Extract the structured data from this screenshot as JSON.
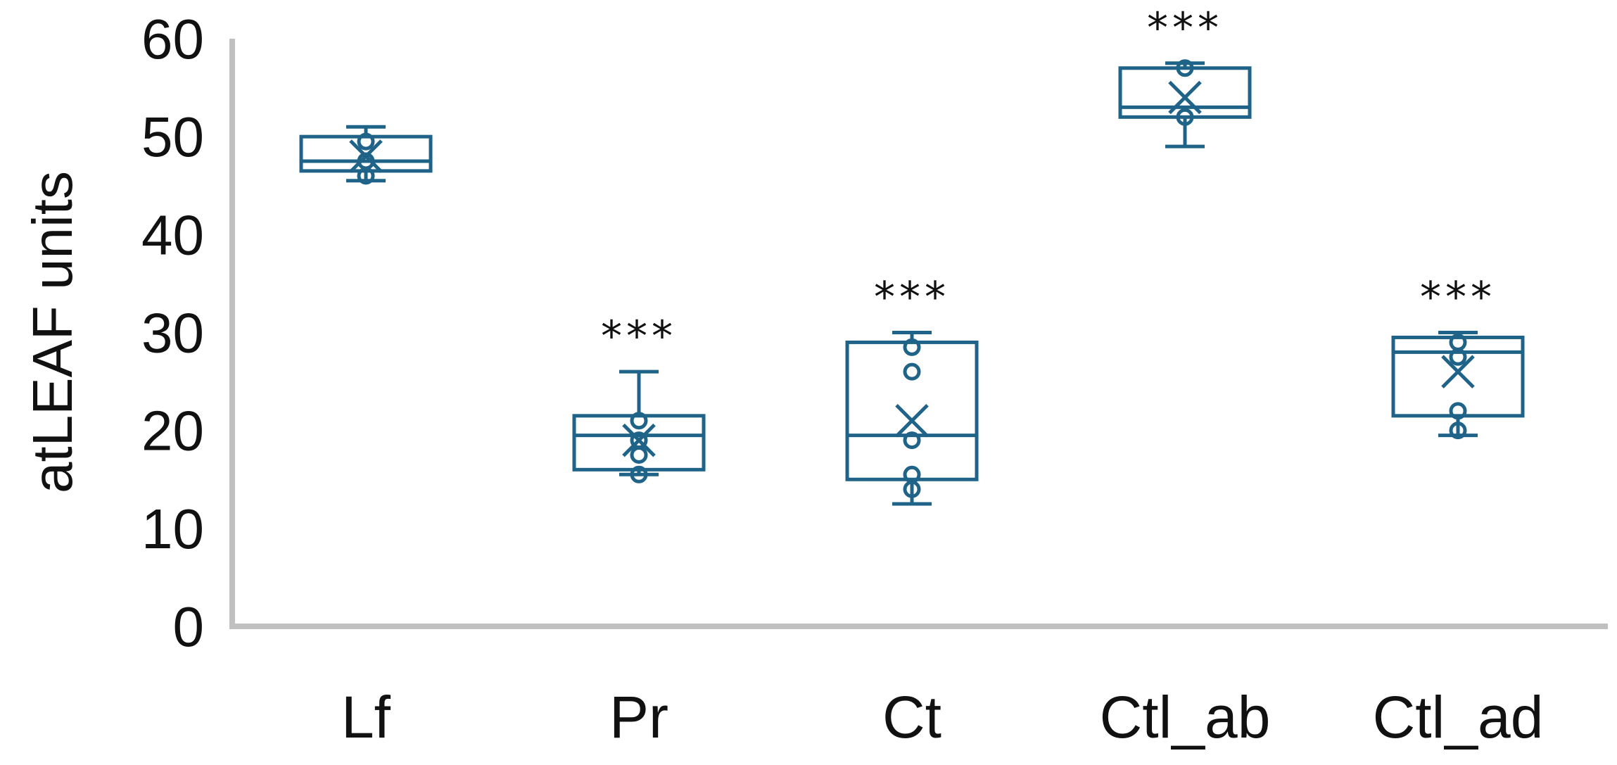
{
  "chart_data": {
    "type": "box",
    "ylabel": "atLEAF units",
    "xlabel": "",
    "ylim": [
      0,
      60
    ],
    "yticks": [
      "0",
      "10",
      "20",
      "30",
      "40",
      "50",
      "60"
    ],
    "grid": false,
    "legend": "none",
    "colors": {
      "series": "#1f6388",
      "axis": "#c0c0c0",
      "text": "#111111"
    },
    "categories": [
      "Lf",
      "Pr",
      "Ct",
      "Ctl_ab",
      "Ctl_ad"
    ],
    "boxes": [
      {
        "category": "Lf",
        "min": 45.5,
        "q1": 46.5,
        "median": 47.5,
        "q3": 50.0,
        "max": 51.0,
        "mean": 48.0,
        "points": [
          49.5,
          47.5,
          46.0
        ],
        "significance": ""
      },
      {
        "category": "Pr",
        "min": 15.5,
        "q1": 16.0,
        "median": 19.5,
        "q3": 21.5,
        "max": 26.0,
        "mean": 19.0,
        "points": [
          21.0,
          19.0,
          17.5,
          15.5
        ],
        "significance": "***"
      },
      {
        "category": "Ct",
        "min": 12.5,
        "q1": 15.0,
        "median": 19.5,
        "q3": 29.0,
        "max": 30.0,
        "mean": 21.0,
        "points": [
          28.5,
          26.0,
          19.0,
          15.5,
          14.0
        ],
        "significance": "***"
      },
      {
        "category": "Ctl_ab",
        "min": 49.0,
        "q1": 52.0,
        "median": 53.0,
        "q3": 57.0,
        "max": 57.5,
        "mean": 54.0,
        "points": [
          57.0,
          52.0
        ],
        "significance": "***"
      },
      {
        "category": "Ctl_ad",
        "min": 19.5,
        "q1": 21.5,
        "median": 28.0,
        "q3": 29.5,
        "max": 30.0,
        "mean": 26.0,
        "points": [
          29.0,
          27.5,
          22.0,
          20.0
        ],
        "significance": "***"
      }
    ]
  }
}
